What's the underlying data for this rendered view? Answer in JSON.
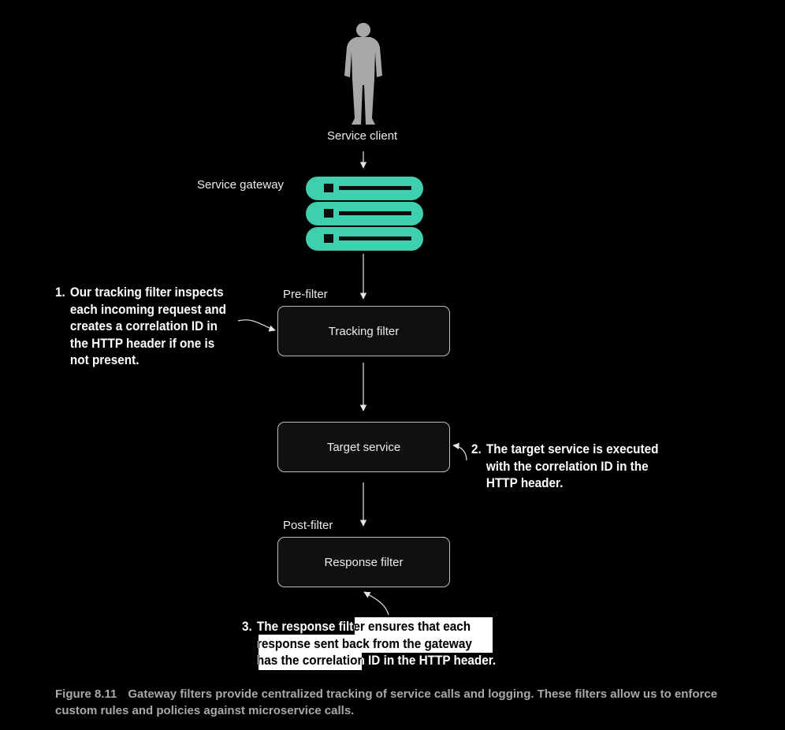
{
  "diagram": {
    "client_label": "Service client",
    "gateway_label": "Service gateway",
    "prefilter_label": "Pre-filter",
    "postfilter_label": "Post-filter",
    "boxes": {
      "tracking": "Tracking filter",
      "target": "Target service",
      "response": "Response filter"
    }
  },
  "annotations": {
    "one": {
      "number": "1.",
      "lines": [
        "Our tracking filter inspects",
        "each incoming request and",
        "creates a correlation ID in",
        "the HTTP header if one is",
        "not present."
      ]
    },
    "two": {
      "number": "2.",
      "lines": [
        "The target service is executed",
        "with the correlation ID in the",
        "HTTP header."
      ]
    },
    "three": {
      "number": "3.",
      "lines": [
        "The response filter ensures that each",
        "response sent back from the gateway",
        "has the correlation ID in the HTTP header."
      ]
    }
  },
  "caption": {
    "figure": "Figure 8.11",
    "text": "Gateway filters provide centralized tracking of service calls and logging. These filters allow us to enforce custom rules and policies against microservice calls."
  },
  "colors": {
    "background": "#000000",
    "gateway_teal": "#3ecfaf",
    "box_border": "#bdbdbd",
    "person_gray": "#a8a8a8"
  }
}
